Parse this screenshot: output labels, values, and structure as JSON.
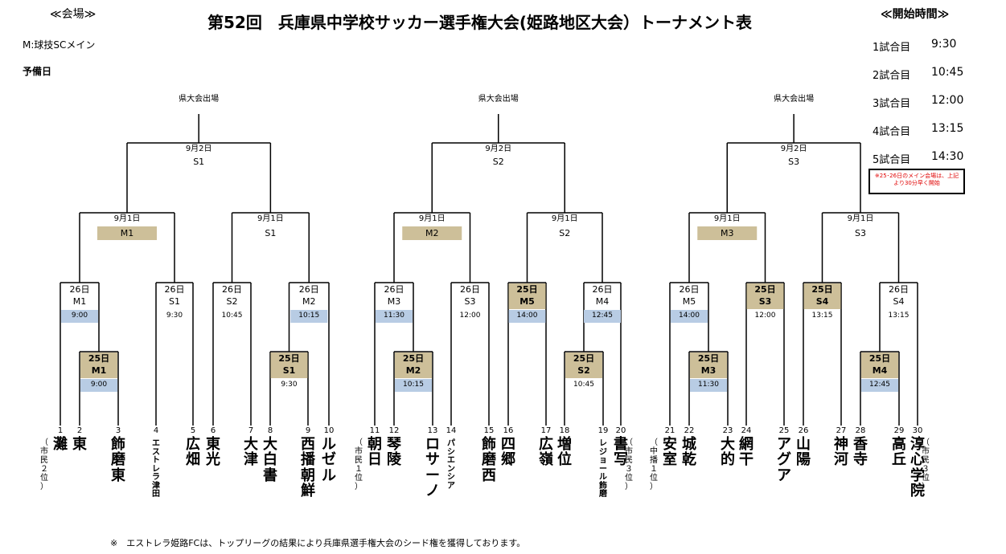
{
  "header": {
    "venue_heading": "≪会場≫",
    "venue_line": "M:球技SCメイン",
    "reserve_day": "予備日",
    "title": "第52回　兵庫県中学校サッカー選手権大会(姫路地区大会）トーナメント表",
    "time_heading": "≪開始時間≫"
  },
  "schedule": [
    {
      "label": "1試合目",
      "time": "9:30"
    },
    {
      "label": "2試合目",
      "time": "10:45"
    },
    {
      "label": "3試合目",
      "time": "12:00"
    },
    {
      "label": "4試合目",
      "time": "13:15"
    },
    {
      "label": "5試合目",
      "time": "14:30"
    }
  ],
  "note_box": "※25･26日のメイン会場は、上記より30分早く開始",
  "footnote": "※　エストレラ姫路FCは、トップリーグの結果により兵庫県選手権大会のシード権を獲得しております。",
  "colors": {
    "main_fill": "#cdbf99",
    "time_fill": "#b8cce4",
    "note_red": "#e00000"
  },
  "blocks": [
    {
      "qualify": "県大会出場",
      "final": {
        "day": "9月2日",
        "field": "S1"
      }
    },
    {
      "qualify": "県大会出場",
      "final": {
        "day": "9月2日",
        "field": "S2"
      }
    },
    {
      "qualify": "県大会出場",
      "final": {
        "day": "9月2日",
        "field": "S3"
      }
    }
  ],
  "semis": [
    {
      "day": "9月1日",
      "field": "M1",
      "hl": true
    },
    {
      "day": "9月1日",
      "field": "S1",
      "hl": false
    },
    {
      "day": "9月1日",
      "field": "M2",
      "hl": true
    },
    {
      "day": "9月1日",
      "field": "S2",
      "hl": false
    },
    {
      "day": "9月1日",
      "field": "M3",
      "hl": true
    },
    {
      "day": "9月1日",
      "field": "S3",
      "hl": false
    }
  ],
  "r26": [
    {
      "day": "26日",
      "field": "M1",
      "time": "9:00",
      "main": false,
      "blue": true
    },
    {
      "day": "26日",
      "field": "S1",
      "time": "9:30",
      "main": false,
      "blue": false
    },
    {
      "day": "26日",
      "field": "S2",
      "time": "10:45",
      "main": false,
      "blue": false
    },
    {
      "day": "26日",
      "field": "M2",
      "time": "10:15",
      "main": false,
      "blue": true
    },
    {
      "day": "26日",
      "field": "M3",
      "time": "11:30",
      "main": false,
      "blue": true
    },
    {
      "day": "26日",
      "field": "S3",
      "time": "12:00",
      "main": false,
      "blue": false
    },
    {
      "day": "25日",
      "field": "M5",
      "time": "14:00",
      "main": true,
      "blue": true
    },
    {
      "day": "26日",
      "field": "M4",
      "time": "12:45",
      "main": false,
      "blue": true
    },
    {
      "day": "26日",
      "field": "M5",
      "time": "14:00",
      "main": false,
      "blue": true
    },
    {
      "day": "25日",
      "field": "S3",
      "time": "12:00",
      "main": true,
      "blue": false
    },
    {
      "day": "25日",
      "field": "S4",
      "time": "13:15",
      "main": true,
      "blue": false
    },
    {
      "day": "26日",
      "field": "S4",
      "time": "13:15",
      "main": false,
      "blue": false
    }
  ],
  "r25": [
    {
      "day": "25日",
      "field": "M1",
      "time": "9:00",
      "blue": true
    },
    {
      "day": "25日",
      "field": "S1",
      "time": "9:30",
      "blue": false
    },
    {
      "day": "25日",
      "field": "M2",
      "time": "10:15",
      "blue": true
    },
    {
      "day": "25日",
      "field": "S2",
      "time": "10:45",
      "blue": false
    },
    {
      "day": "25日",
      "field": "M3",
      "time": "11:30",
      "blue": true
    },
    {
      "day": "25日",
      "field": "M4",
      "time": "12:45",
      "blue": true
    }
  ],
  "teams": [
    {
      "num": "1",
      "name": "灘",
      "note": "（市民２位）"
    },
    {
      "num": "2",
      "name": "東",
      "note": ""
    },
    {
      "num": "3",
      "name": "飾磨東",
      "note": ""
    },
    {
      "num": "4",
      "name": "エストレラ津田",
      "note": ""
    },
    {
      "num": "5",
      "name": "広畑",
      "note": ""
    },
    {
      "num": "6",
      "name": "東光",
      "note": ""
    },
    {
      "num": "7",
      "name": "大津",
      "note": ""
    },
    {
      "num": "8",
      "name": "大白書",
      "note": ""
    },
    {
      "num": "9",
      "name": "西播朝鮮",
      "note": ""
    },
    {
      "num": "10",
      "name": "ルゼル",
      "note": ""
    },
    {
      "num": "11",
      "name": "朝日",
      "note": "（市民１位）"
    },
    {
      "num": "12",
      "name": "琴陵",
      "note": ""
    },
    {
      "num": "13",
      "name": "ロサーノ",
      "note": ""
    },
    {
      "num": "14",
      "name": "パシエンシア",
      "note": ""
    },
    {
      "num": "15",
      "name": "飾磨西",
      "note": ""
    },
    {
      "num": "16",
      "name": "四郷",
      "note": ""
    },
    {
      "num": "17",
      "name": "広嶺",
      "note": ""
    },
    {
      "num": "18",
      "name": "増位",
      "note": ""
    },
    {
      "num": "19",
      "name": "レジョール飾磨",
      "note": ""
    },
    {
      "num": "20",
      "name": "書写",
      "note": "（市民３位）"
    },
    {
      "num": "21",
      "name": "安室",
      "note": "（中播１位）"
    },
    {
      "num": "22",
      "name": "城乾",
      "note": ""
    },
    {
      "num": "23",
      "name": "大的",
      "note": ""
    },
    {
      "num": "24",
      "name": "網干",
      "note": ""
    },
    {
      "num": "25",
      "name": "アグア",
      "note": ""
    },
    {
      "num": "26",
      "name": "山陽",
      "note": ""
    },
    {
      "num": "27",
      "name": "神河",
      "note": ""
    },
    {
      "num": "28",
      "name": "香寺",
      "note": ""
    },
    {
      "num": "29",
      "name": "高丘",
      "note": ""
    },
    {
      "num": "30",
      "name": "淳心学院",
      "note": "（市民３位）"
    }
  ]
}
